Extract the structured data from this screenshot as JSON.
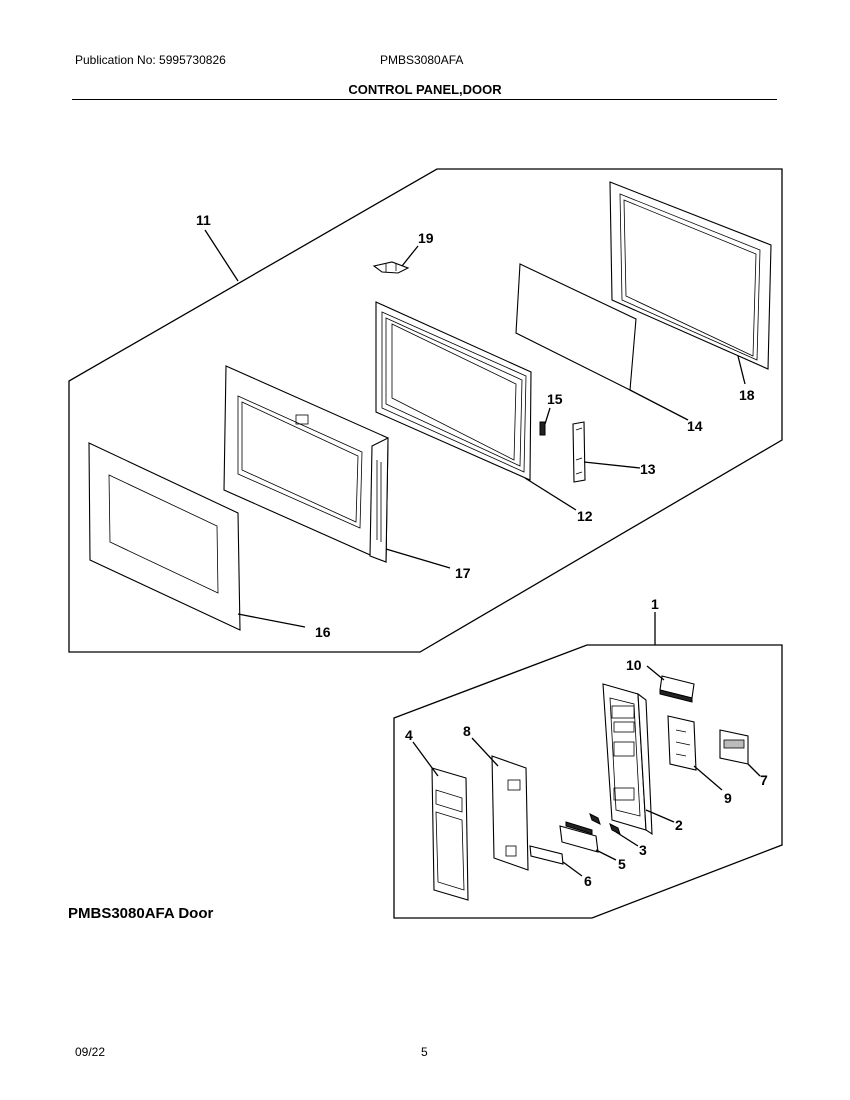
{
  "header": {
    "publication": "Publication No: 5995730826",
    "model": "PMBS3080AFA",
    "title": "CONTROL PANEL,DOOR"
  },
  "caption": "PMBS3080AFA Door",
  "footer": {
    "date": "09/22",
    "page": "5"
  },
  "callouts": {
    "p1": "1",
    "p2": "2",
    "p3": "3",
    "p4": "4",
    "p5": "5",
    "p6": "6",
    "p7": "7",
    "p8": "8",
    "p9": "9",
    "p10": "10",
    "p11": "11",
    "p12": "12",
    "p13": "13",
    "p14": "14",
    "p15": "15",
    "p16": "16",
    "p17": "17",
    "p18": "18",
    "p19": "19"
  }
}
